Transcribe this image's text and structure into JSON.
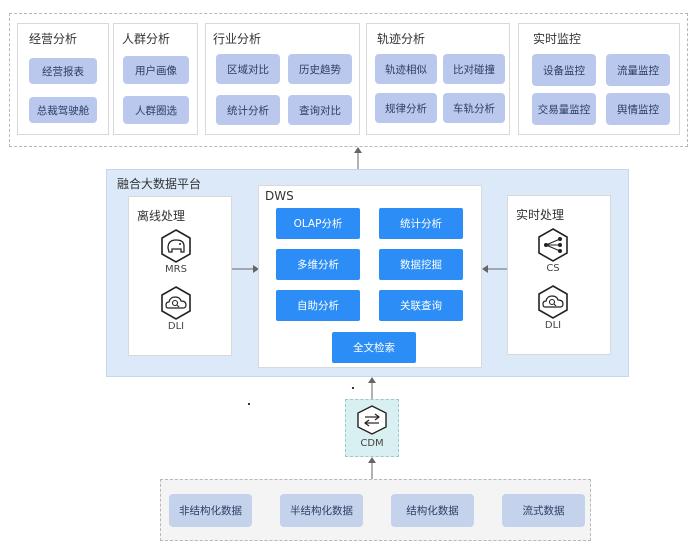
{
  "top": {
    "groups": [
      {
        "title": "经营分析",
        "buttons": [
          "经营报表",
          "总裁驾驶舱"
        ]
      },
      {
        "title": "人群分析",
        "buttons": [
          "用户画像",
          "人群圈选"
        ]
      },
      {
        "title": "行业分析",
        "buttons": [
          "区域对比",
          "历史趋势",
          "统计分析",
          "查询对比"
        ]
      },
      {
        "title": "轨迹分析",
        "buttons": [
          "轨迹相似",
          "比对碰撞",
          "规律分析",
          "车轨分析"
        ]
      },
      {
        "title": "实时监控",
        "buttons": [
          "设备监控",
          "流量监控",
          "交易量监控",
          "舆情监控"
        ]
      }
    ]
  },
  "platform": {
    "title": "融合大数据平台",
    "offline": {
      "title": "离线处理",
      "services": [
        {
          "name": "MRS",
          "icon": "elephant-icon"
        },
        {
          "name": "DLI",
          "icon": "cloud-search-icon"
        }
      ]
    },
    "dws": {
      "title": "DWS",
      "buttons": [
        "OLAP分析",
        "统计分析",
        "多维分析",
        "数据挖掘",
        "自助分析",
        "关联查询"
      ],
      "bottom_button": "全文检索"
    },
    "realtime": {
      "title": "实时处理",
      "services": [
        {
          "name": "CS",
          "icon": "stream-nodes-icon"
        },
        {
          "name": "DLI",
          "icon": "cloud-search-icon"
        }
      ]
    }
  },
  "cdm": {
    "name": "CDM",
    "icon": "migration-arrows-icon"
  },
  "sources": [
    "非结构化数据",
    "半结构化数据",
    "结构化数据",
    "流式数据"
  ],
  "colors": {
    "accent_blue": "#2b8df5",
    "light_button": "#b9c8ec",
    "platform_bg": "#dbe9f9",
    "cdm_bg": "#d9f0f2"
  }
}
